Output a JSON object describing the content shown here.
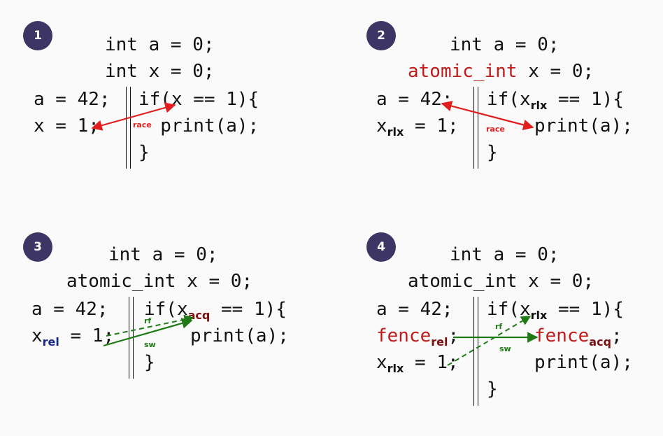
{
  "panels": [
    {
      "badge": "1",
      "decl_a": "int a = 0;",
      "decl_x": "int x = 0;",
      "left": [
        "a = 42;",
        "x = 1;"
      ],
      "right": [
        "if(x == 1){",
        "  print(a);",
        "}"
      ],
      "labels": [
        "race"
      ]
    },
    {
      "badge": "2",
      "decl_a": "int a = 0;",
      "decl_x_kw": "atomic_int",
      "decl_x_rest": " x = 0;",
      "left_a": "a = 42;",
      "left_x_var": "x",
      "left_x_sub": "rlx",
      "left_x_rest": " = 1;",
      "right_if_pre": "if(x",
      "right_if_sub": "rlx",
      "right_if_post": " == 1){",
      "right_print": "print(a);",
      "right_close": "}",
      "labels": [
        "race"
      ]
    },
    {
      "badge": "3",
      "decl_a": "int a = 0;",
      "decl_x": "atomic_int x = 0;",
      "left_a": "a = 42;",
      "left_x_var": "x",
      "left_x_sub": "rel",
      "left_x_rest": " = 1;",
      "right_if_pre": "if(x",
      "right_if_sub": "acq",
      "right_if_post": " == 1){",
      "right_print": "print(a);",
      "right_close": "}",
      "labels": [
        "rf",
        "sw"
      ]
    },
    {
      "badge": "4",
      "decl_a": "int a = 0;",
      "decl_x": "atomic_int x = 0;",
      "left_a": "a = 42;",
      "left_fence": "fence",
      "left_fence_sub": "rel",
      "left_fence_rest": ";",
      "left_x_var": "x",
      "left_x_sub": "rlx",
      "left_x_rest": " = 1;",
      "right_if_pre": "if(x",
      "right_if_sub": "rlx",
      "right_if_post": " == 1){",
      "right_fence": "fence",
      "right_fence_sub": "acq",
      "right_fence_rest": ";",
      "right_print": "print(a);",
      "right_close": "}",
      "labels": [
        "rf",
        "sw"
      ]
    }
  ],
  "colors": {
    "badge": "#3d3564",
    "race": "#e21d1d",
    "sync": "#1d7a14",
    "atomic_kw": "#c21a1a"
  }
}
